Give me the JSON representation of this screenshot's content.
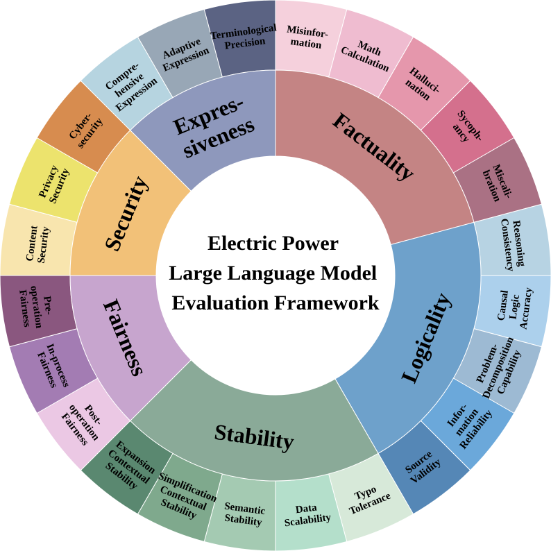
{
  "center_title": [
    "Electric Power",
    "Large Language Model",
    "Evaluation Framework"
  ],
  "categories": [
    {
      "name": "Factuality",
      "lines": [
        "Factuality"
      ],
      "color": "#c48484",
      "items": [
        {
          "lines": [
            "Misinfor-",
            "mation"
          ],
          "color": "#f5d0dc",
          "weight": 1
        },
        {
          "lines": [
            "Math",
            "Calculation"
          ],
          "color": "#efbcd0",
          "weight": 1
        },
        {
          "lines": [
            "Halluci-",
            "nation"
          ],
          "color": "#e597ac",
          "weight": 1
        },
        {
          "lines": [
            "Sycoph-",
            "ancy"
          ],
          "color": "#d4708d",
          "weight": 1
        },
        {
          "lines": [
            "Miscali-",
            "bration"
          ],
          "color": "#aa7184",
          "weight": 1
        }
      ]
    },
    {
      "name": "Logicality",
      "lines": [
        "Logicality"
      ],
      "color": "#6ea1cb",
      "items": [
        {
          "lines": [
            "Reasoning",
            "Consistency"
          ],
          "color": "#b7d3e3",
          "weight": 1
        },
        {
          "lines": [
            "Causal",
            "Logic",
            "Accuracy"
          ],
          "color": "#acd0ec",
          "weight": 1
        },
        {
          "lines": [
            "Problem-",
            "Decomposition",
            "Capability"
          ],
          "color": "#9dbad3",
          "weight": 1
        },
        {
          "lines": [
            "Infor-",
            "mation",
            "Reliability"
          ],
          "color": "#6ba8da",
          "weight": 1
        },
        {
          "lines": [
            "Source",
            "Validity"
          ],
          "color": "#5587b6",
          "weight": 1
        }
      ]
    },
    {
      "name": "Stability",
      "lines": [
        "Stability"
      ],
      "color": "#8aaa98",
      "items": [
        {
          "lines": [
            "Typo",
            "Tolerance"
          ],
          "color": "#d7e9d9",
          "weight": 1
        },
        {
          "lines": [
            "Data",
            "Scalability"
          ],
          "color": "#b4dfcb",
          "weight": 1
        },
        {
          "lines": [
            "Semantic",
            "Stability"
          ],
          "color": "#a4cab2",
          "weight": 1
        },
        {
          "lines": [
            "Simplification",
            "Contextual",
            "Stability"
          ],
          "color": "#7fa98d",
          "weight": 1
        },
        {
          "lines": [
            "Expansion",
            "Contextual",
            "Stability"
          ],
          "color": "#5a8870",
          "weight": 1
        }
      ]
    },
    {
      "name": "Fairness",
      "lines": [
        "Fairness"
      ],
      "color": "#c7a5ce",
      "items": [
        {
          "lines": [
            "Post-",
            "operation",
            "Fairness"
          ],
          "color": "#ebc8e4",
          "weight": 1
        },
        {
          "lines": [
            "In-process",
            "Fairness"
          ],
          "color": "#a37cb3",
          "weight": 1
        },
        {
          "lines": [
            "Pre-",
            "operation",
            "Fairness"
          ],
          "color": "#8a577f",
          "weight": 1
        }
      ]
    },
    {
      "name": "Security",
      "lines": [
        "Security"
      ],
      "color": "#f2c178",
      "items": [
        {
          "lines": [
            "Content",
            "Security"
          ],
          "color": "#f8e5ae",
          "weight": 1
        },
        {
          "lines": [
            "Privacy",
            "Security"
          ],
          "color": "#ece36d",
          "weight": 1
        },
        {
          "lines": [
            "Cyber-",
            "security"
          ],
          "color": "#d78c4f",
          "weight": 1
        }
      ]
    },
    {
      "name": "Expressiveness",
      "lines": [
        "Expres-",
        "siveness"
      ],
      "color": "#8e98bc",
      "items": [
        {
          "lines": [
            "Compre-",
            "hensive",
            "Expression"
          ],
          "color": "#b6d4e0",
          "weight": 1
        },
        {
          "lines": [
            "Adaptive",
            "Expression"
          ],
          "color": "#98a7b6",
          "weight": 1
        },
        {
          "lines": [
            "Terminological",
            "Precision"
          ],
          "color": "#5b6383",
          "weight": 1
        }
      ]
    }
  ]
}
